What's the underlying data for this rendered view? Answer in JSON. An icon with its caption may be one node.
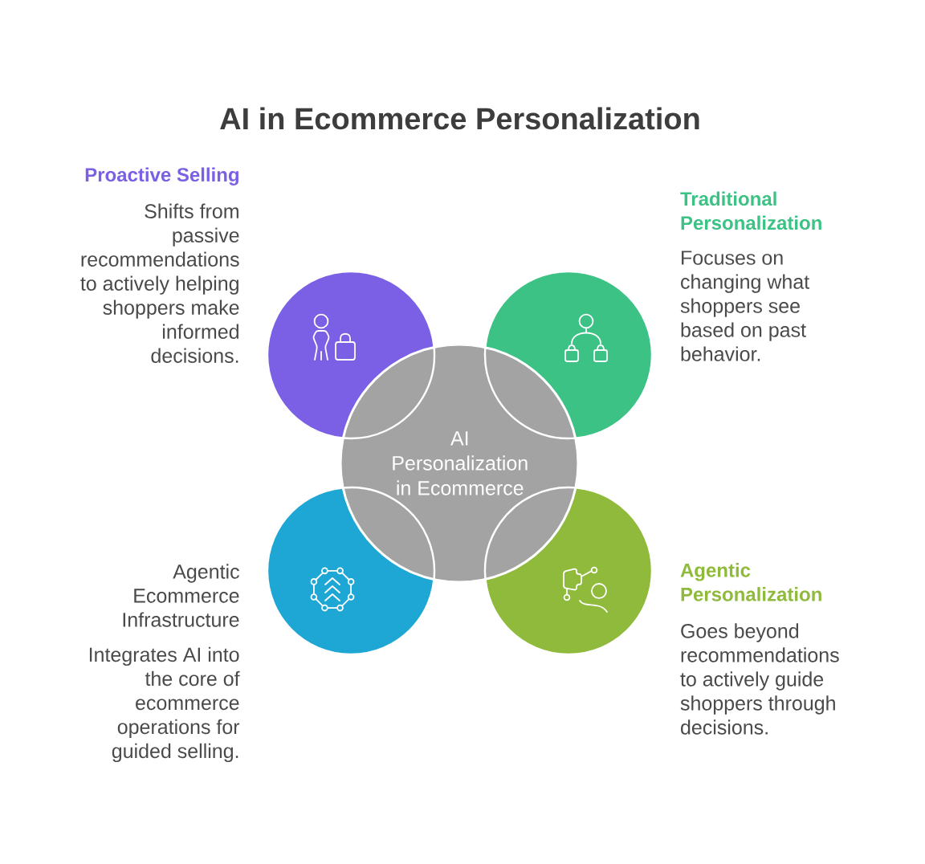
{
  "diagram": {
    "title": "AI in Ecommerce Personalization",
    "nodes": [
      {
        "text": [
          "Proactive Selling",
          "Shifts from passive recommendations to actively helping shoppers make informed decisions."
        ]
      },
      {
        "text": [
          "Traditional Personalization",
          "Focuses on changing what shoppers see based on past behavior."
        ]
      },
      {
        "text": [
          "AI Personalization in Ecommerce"
        ]
      },
      {
        "text": [
          "Agentic Ecommerce Infrastructure",
          "Integrates AI into the core of ecommerce operations for guided selling."
        ]
      },
      {
        "text": [
          "Agentic Personalization",
          "Goes beyond recommendations to actively guide shoppers through decisions."
        ]
      }
    ]
  }
}
